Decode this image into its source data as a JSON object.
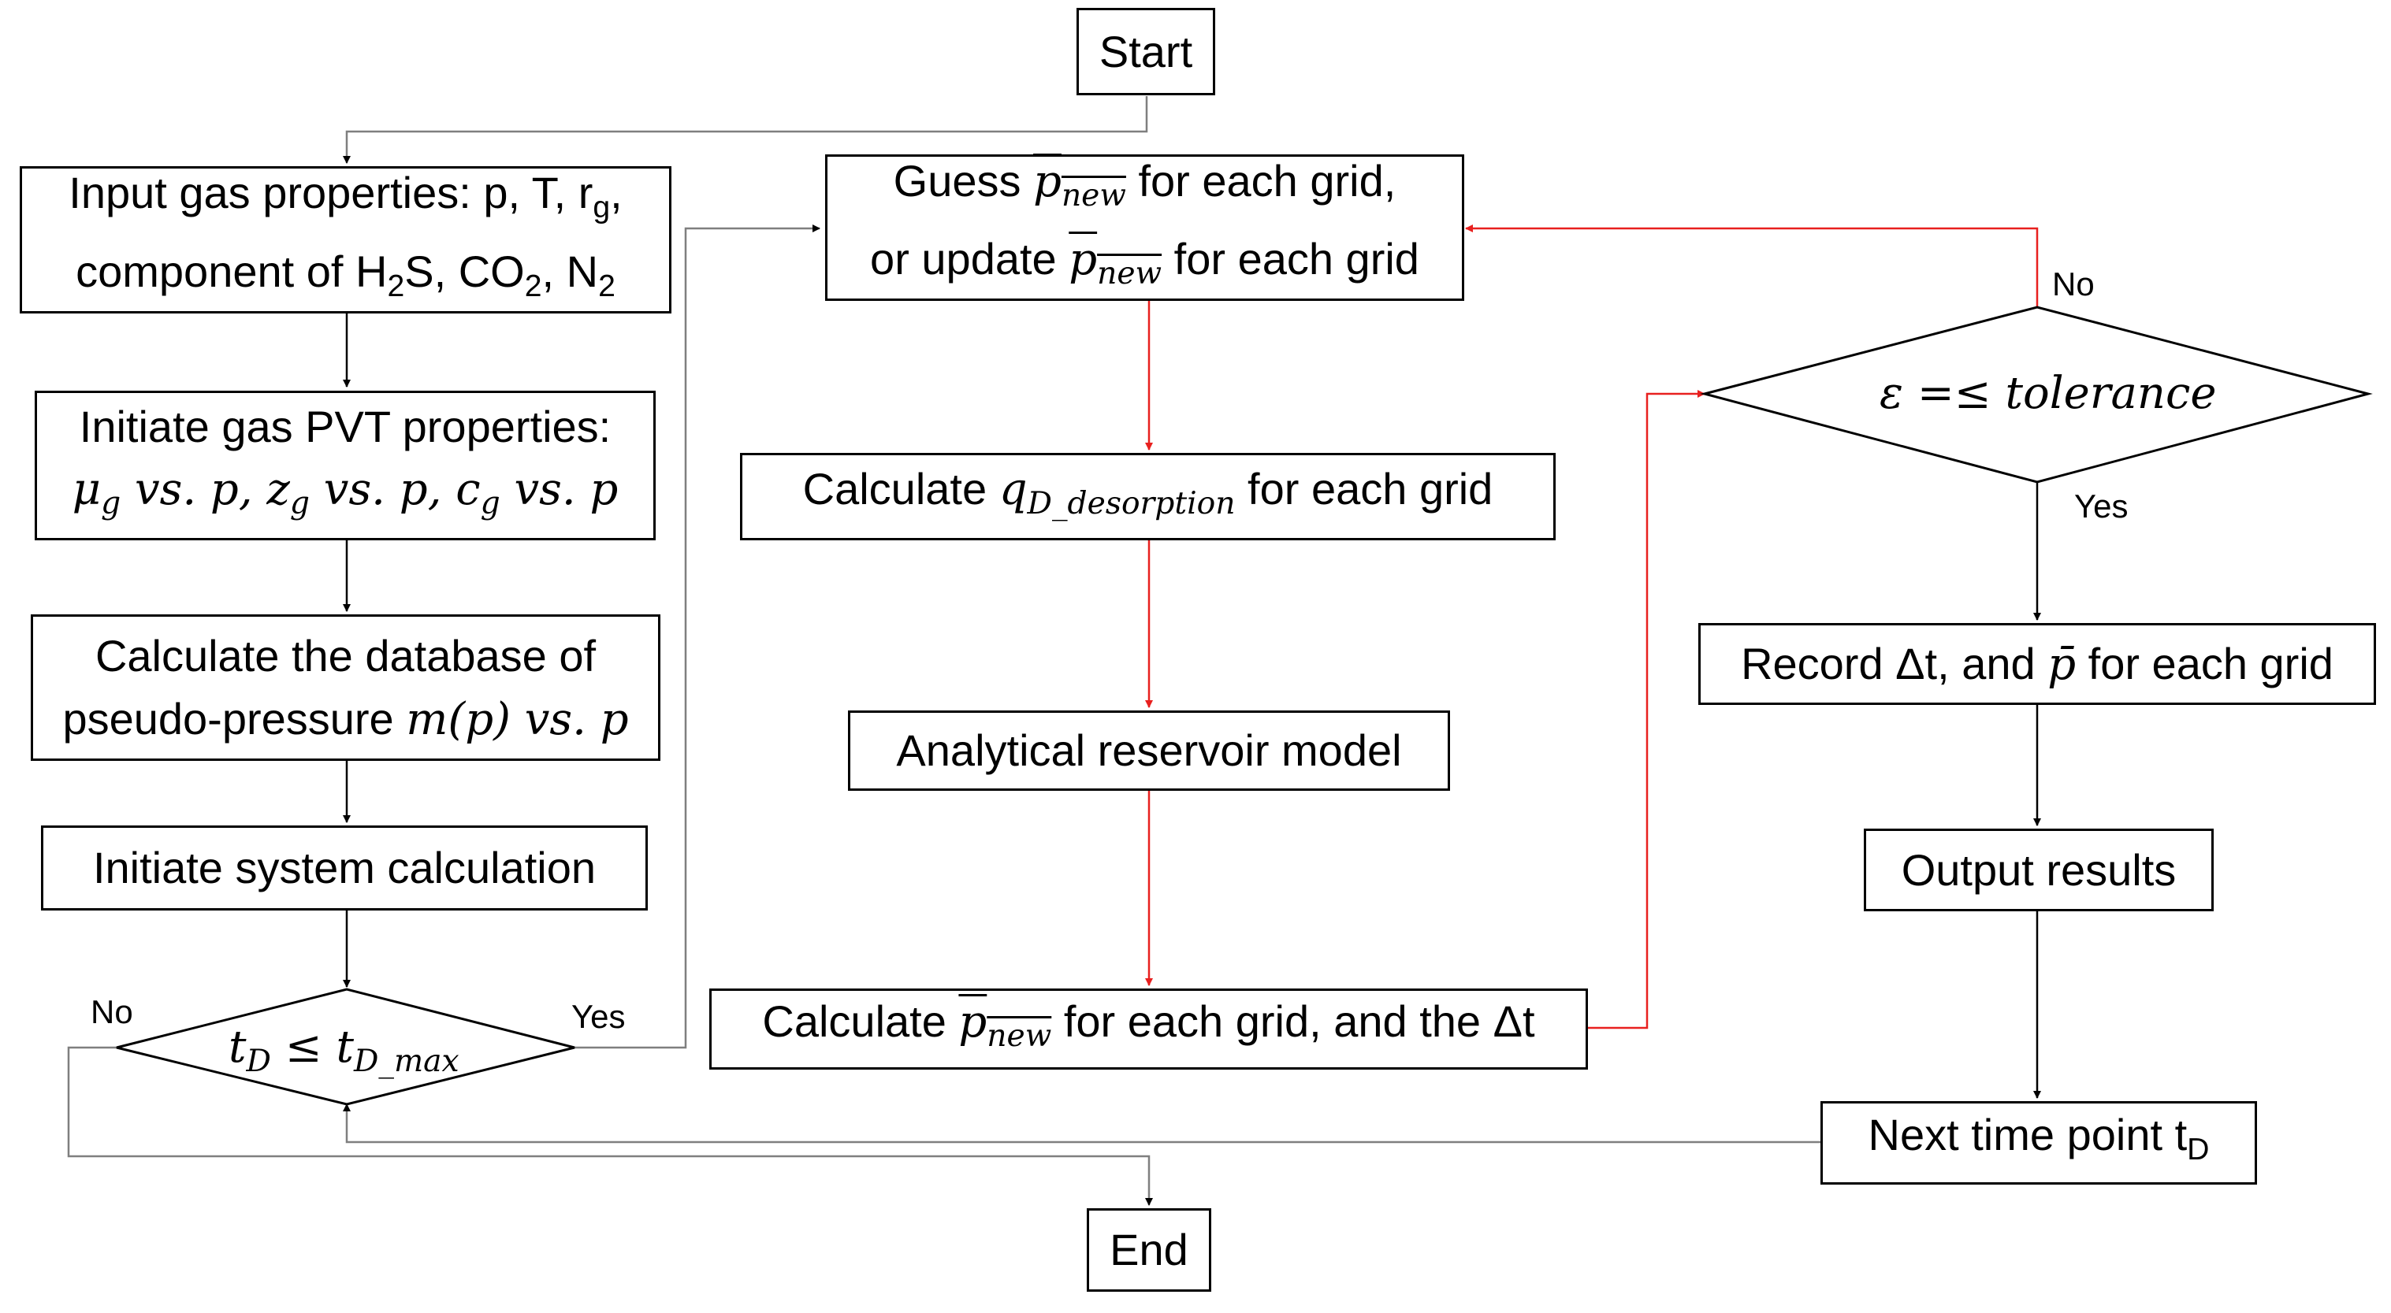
{
  "nodes": {
    "start": "Start",
    "end": "End",
    "input": {
      "line1": "Input gas properties: p, T, r",
      "line1_sub": "g",
      "line1_tail": ",",
      "line2_a": "component of H",
      "sub_2a": "2",
      "line2_b": "S, CO",
      "sub_2b": "2",
      "line2_c": ", N",
      "sub_2c": "2"
    },
    "pvt": {
      "line1": "Initiate gas PVT properties:",
      "line2_mu": "μ",
      "line2_mu_sub": "g",
      "line2_mu_rest": " vs. p, ",
      "line2_z": "z",
      "line2_z_sub": "g",
      "line2_z_rest": " vs. p, ",
      "line2_c": "c",
      "line2_c_sub": "g",
      "line2_c_rest": " vs. p"
    },
    "database": {
      "line1": "Calculate the database of",
      "line2_text": "pseudo-pressure ",
      "line2_math": "m(p) vs. p"
    },
    "init_system": "Initiate system calculation",
    "td_decision": {
      "t": "t",
      "t_sub": "D",
      "op": " ≤ ",
      "tmax": "t",
      "tmax_sub": "D_max"
    },
    "guess": {
      "l1_a": "Guess ",
      "l1_p": "p",
      "l1_sub": "new",
      "l1_b": " for each grid,",
      "l2_a": "or update ",
      "l2_p": "p",
      "l2_sub": "new",
      "l2_b": " for each grid"
    },
    "calc_q": {
      "a": "Calculate ",
      "q": "q",
      "q_sub": "D_desorption",
      "b": " for each grid"
    },
    "analytical": "Analytical reservoir model",
    "calc_p": {
      "a": "Calculate ",
      "p": "p",
      "p_sub": "new",
      "b": " for each grid, and the Δt"
    },
    "tolerance": "ε =≤ tolerance",
    "record": {
      "a": "Record Δt, and ",
      "p": "p̄",
      "b": " for each grid"
    },
    "output": "Output results",
    "next_time": {
      "text": "Next time point t",
      "sub": "D"
    }
  },
  "edge_labels": {
    "no_left": "No",
    "yes_td": "Yes",
    "no_tol": "No",
    "yes_tol": "Yes"
  },
  "colors": {
    "black_edge": "#000000",
    "gray_edge": "#7f7f7f",
    "red_edge": "#e8201f"
  }
}
